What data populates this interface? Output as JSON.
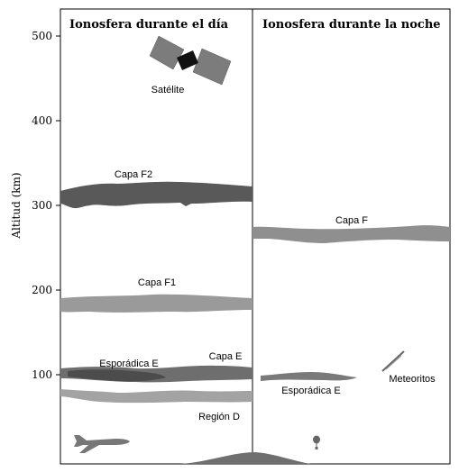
{
  "panels": {
    "day_title": "Ionosfera durante el día",
    "night_title": "Ionosfera durante la noche"
  },
  "y_axis": {
    "label": "Altitud (km)",
    "ticks": [
      100,
      200,
      300,
      400,
      500
    ],
    "range": [
      0,
      520
    ]
  },
  "day_labels": {
    "satellite": "Satélite",
    "layer_f2": "Capa F2",
    "layer_f1": "Capa F1",
    "sporadic_e": "Esporádica E",
    "layer_e": "Capa E",
    "region_d": "Región D"
  },
  "night_labels": {
    "layer_f": "Capa F",
    "sporadic_e": "Esporádica E",
    "meteors": "Meteoritos"
  },
  "colors": {
    "f2": "#595959",
    "f1": "#9a9a9a",
    "e": "#6e6e6e",
    "d": "#a3a3a3",
    "night_f": "#8f8f8f",
    "satellite_panel": "#7c7c7c",
    "satellite_body": "#111111",
    "plane": "#777777",
    "ground": "#6f6f6f"
  },
  "icons": {
    "satellite": "satellite-icon",
    "airplane": "airplane-icon",
    "balloon": "balloon-icon",
    "meteor": "meteor-icon"
  }
}
